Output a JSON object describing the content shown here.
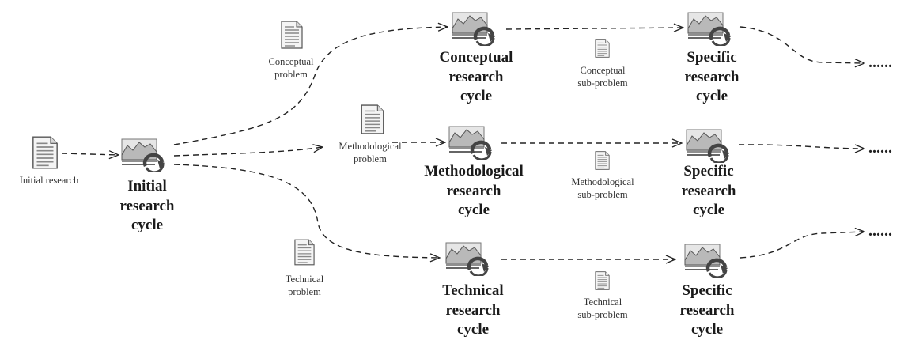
{
  "documents": {
    "initial": "Initial research",
    "conceptual": [
      "Conceptual",
      "problem"
    ],
    "methodological": [
      "Methodological",
      "problem"
    ],
    "technical": [
      "Technical",
      "problem"
    ],
    "conceptual_sub": [
      "Conceptual",
      "sub-problem"
    ],
    "methodological_sub": [
      "Methodological",
      "sub-problem"
    ],
    "technical_sub": [
      "Technical",
      "sub-problem"
    ]
  },
  "cycles": {
    "initial": [
      "Initial",
      "research",
      "cycle"
    ],
    "conceptual": [
      "Conceptual",
      "research",
      "cycle"
    ],
    "methodological": [
      "Methodological",
      "research",
      "cycle"
    ],
    "technical": [
      "Technical",
      "research",
      "cycle"
    ],
    "specific": [
      "Specific",
      "research",
      "cycle"
    ]
  },
  "continuation": "......",
  "colors": {
    "stroke": "#222222",
    "icon_fill": "#b9b9b9",
    "icon_dark": "#555555"
  },
  "icons": {
    "document": "document-icon",
    "cycle": "research-cycle-icon"
  }
}
